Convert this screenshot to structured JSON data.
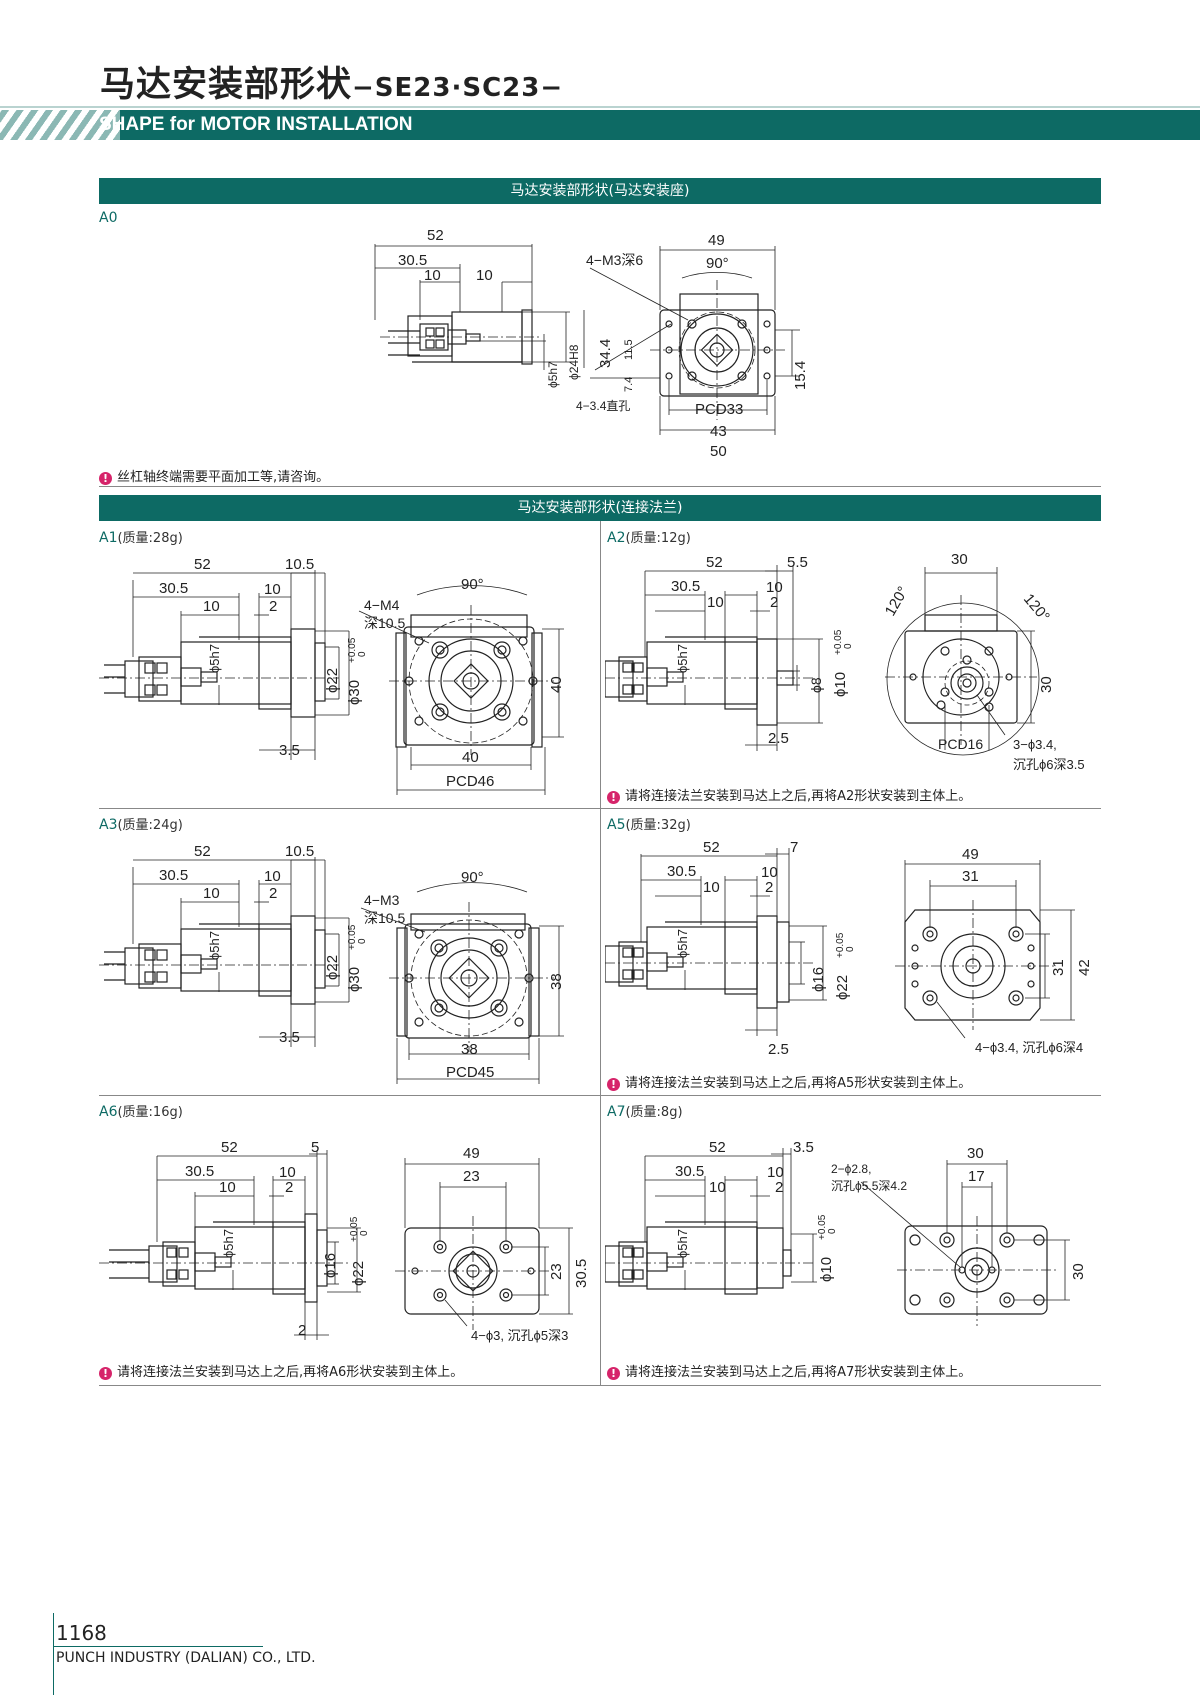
{
  "header": {
    "title_cn": "马达安装部形状",
    "title_models": "−SE23·SC23−",
    "subtitle": "SHAPE for MOTOR INSTALLATION"
  },
  "sections": {
    "seat": "马达安装部形状(马达安装座)",
    "flange": "马达安装部形状(连接法兰)"
  },
  "a0": {
    "label": "A0",
    "note": "丝杠轴终端需要平面加工等,请咨询。",
    "dims": {
      "d52": "52",
      "d30_5": "30.5",
      "d10a": "10",
      "d10b": "10",
      "phi5": "ϕ5h7",
      "phi24": "ϕ24H8",
      "d34_4": "34.4",
      "d11_5": "11.5",
      "d7_4": "7.4",
      "d49": "49",
      "d90": "90°",
      "m3": "4−M3深6",
      "d15_4": "15.4",
      "hole": "4−3.4直孔",
      "pcd": "PCD33",
      "d43": "43",
      "d50": "50"
    }
  },
  "a1": {
    "label": "A1",
    "mass": "(质量:28g)",
    "dims": {
      "d52": "52",
      "d10_5": "10.5",
      "d30_5": "30.5",
      "d10a": "10",
      "d10b": "10",
      "d2": "2",
      "phi5": "ϕ5h7",
      "phi22": "ϕ22",
      "phi30": "ϕ30",
      "tol": "+0.05",
      "tol0": "0",
      "d3_5": "3.5",
      "d90": "90°",
      "m4": "4−M4",
      "deep": "深10.5",
      "d40v": "40",
      "d40h": "40",
      "pcd": "PCD46"
    }
  },
  "a2": {
    "label": "A2",
    "mass": "(质量:12g)",
    "note": "请将连接法兰安装到马达上之后,再将A2形状安装到主体上。",
    "dims": {
      "d52": "52",
      "d5_5": "5.5",
      "d30_5": "30.5",
      "d10a": "10",
      "d10b": "10",
      "d2": "2",
      "phi5": "ϕ5h7",
      "phi8": "ϕ8",
      "phi10": "ϕ10",
      "tol": "+0.05",
      "tol0": "0",
      "d2_5": "2.5",
      "a120a": "120°",
      "a120b": "120°",
      "d30h": "30",
      "d30v": "30",
      "pcd": "PCD16",
      "hole": "3−ϕ3.4,",
      "cb": "沉孔ϕ6深3.5"
    }
  },
  "a3": {
    "label": "A3",
    "mass": "(质量:24g)",
    "dims": {
      "d52": "52",
      "d10_5": "10.5",
      "d30_5": "30.5",
      "d10a": "10",
      "d10b": "10",
      "d2": "2",
      "phi5": "ϕ5h7",
      "phi22": "ϕ22",
      "phi30": "ϕ30",
      "tol": "+0.05",
      "tol0": "0",
      "d3_5": "3.5",
      "d90": "90°",
      "m3": "4−M3",
      "deep": "深10.5",
      "d38v": "38",
      "d38h": "38",
      "pcd": "PCD45"
    }
  },
  "a5": {
    "label": "A5",
    "mass": "(质量:32g)",
    "note": "请将连接法兰安装到马达上之后,再将A5形状安装到主体上。",
    "dims": {
      "d52": "52",
      "d7": "7",
      "d30_5": "30.5",
      "d10a": "10",
      "d10b": "10",
      "d2": "2",
      "phi5": "ϕ5h7",
      "phi16": "ϕ16",
      "phi22": "ϕ22",
      "tol": "+0.05",
      "tol0": "0",
      "d2_5": "2.5",
      "d49": "49",
      "d31h": "31",
      "d31v": "31",
      "d42": "42",
      "hole": "4−ϕ3.4, 沉孔ϕ6深4"
    }
  },
  "a6": {
    "label": "A6",
    "mass": "(质量:16g)",
    "note": "请将连接法兰安装到马达上之后,再将A6形状安装到主体上。",
    "dims": {
      "d52": "52",
      "d5": "5",
      "d30_5": "30.5",
      "d10a": "10",
      "d10b": "10",
      "d2": "2",
      "phi5": "ϕ5h7",
      "phi16": "ϕ16",
      "phi22": "ϕ22",
      "tol": "+0.05",
      "tol0": "0",
      "d2b": "2",
      "d49": "49",
      "d23h": "23",
      "d23v": "23",
      "d30_5v": "30.5",
      "hole": "4−ϕ3, 沉孔ϕ5深3"
    }
  },
  "a7": {
    "label": "A7",
    "mass": "(质量:8g)",
    "note": "请将连接法兰安装到马达上之后,再将A7形状安装到主体上。",
    "dims": {
      "d52": "52",
      "d3_5": "3.5",
      "d30_5": "30.5",
      "d10a": "10",
      "d10b": "10",
      "d2": "2",
      "phi5": "ϕ5h7",
      "phi10": "ϕ10",
      "tol": "+0.05",
      "tol0": "0",
      "hole": "2−ϕ2.8,",
      "cb": "沉孔ϕ5.5深4.2",
      "d30h": "30",
      "d17": "17",
      "d30v": "30"
    }
  },
  "footer": {
    "page": "1168",
    "company": "PUNCH INDUSTRY (DALIAN) CO., LTD."
  }
}
